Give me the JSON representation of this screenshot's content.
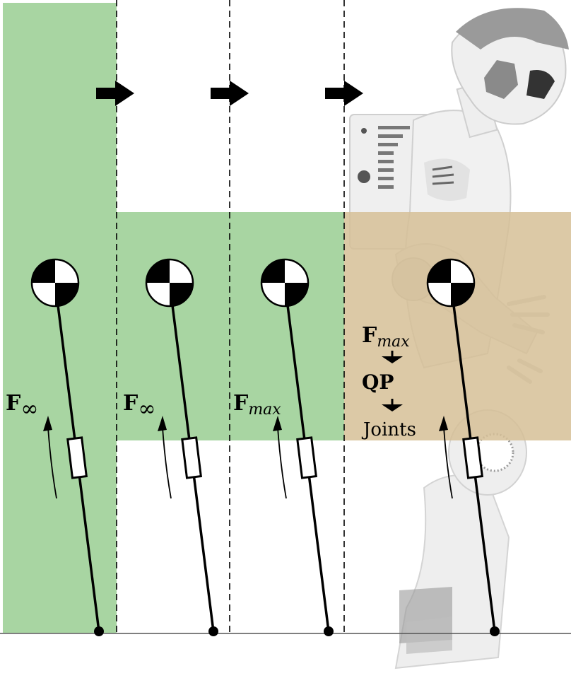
{
  "colors": {
    "green_region": "#a8d5a2",
    "tan_region": "#d6bf97",
    "robot_light": "#ececec",
    "robot_dark": "#8a8a8a",
    "ink": "#000000"
  },
  "panels": [
    {
      "force_symbol": "F",
      "force_subscript": "∞"
    },
    {
      "force_symbol": "F",
      "force_subscript": "∞"
    },
    {
      "force_symbol": "F",
      "force_subscript": "max"
    },
    {
      "force_symbol": "F",
      "force_subscript": "max",
      "pipeline": [
        "QP",
        "Joints"
      ]
    }
  ],
  "icons": {
    "center_of_mass": "center-of-mass-icon",
    "transition_arrow": "right-arrow-icon",
    "robot": "humanoid-robot-icon"
  }
}
